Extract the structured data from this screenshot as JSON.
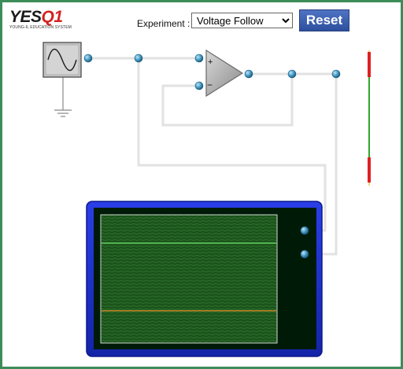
{
  "brand": {
    "logo_main": "YES",
    "logo_accent": "Q1",
    "logo_sub": "YOUNG-IL EDUCATION SYSTEM"
  },
  "controls": {
    "experiment_label": "Experiment :",
    "experiment_selected": "Voltage Follow",
    "experiment_options": [
      "Voltage Follow"
    ],
    "reset_label": "Reset"
  },
  "opamp": {
    "plus_sign": "+",
    "minus_sign": "−"
  },
  "colors": {
    "frame": "#3c8c5a",
    "wire": "#e4e4e4",
    "node": "#4a9ec8",
    "scope_body": "#1e2fd0",
    "screen": "#1f5a1f",
    "trace_green": "#6ee86e",
    "trace_orange": "#e8902a",
    "meter_red": "#e02020",
    "meter_green": "#2fa82f",
    "accent": "#2d4f9d"
  }
}
